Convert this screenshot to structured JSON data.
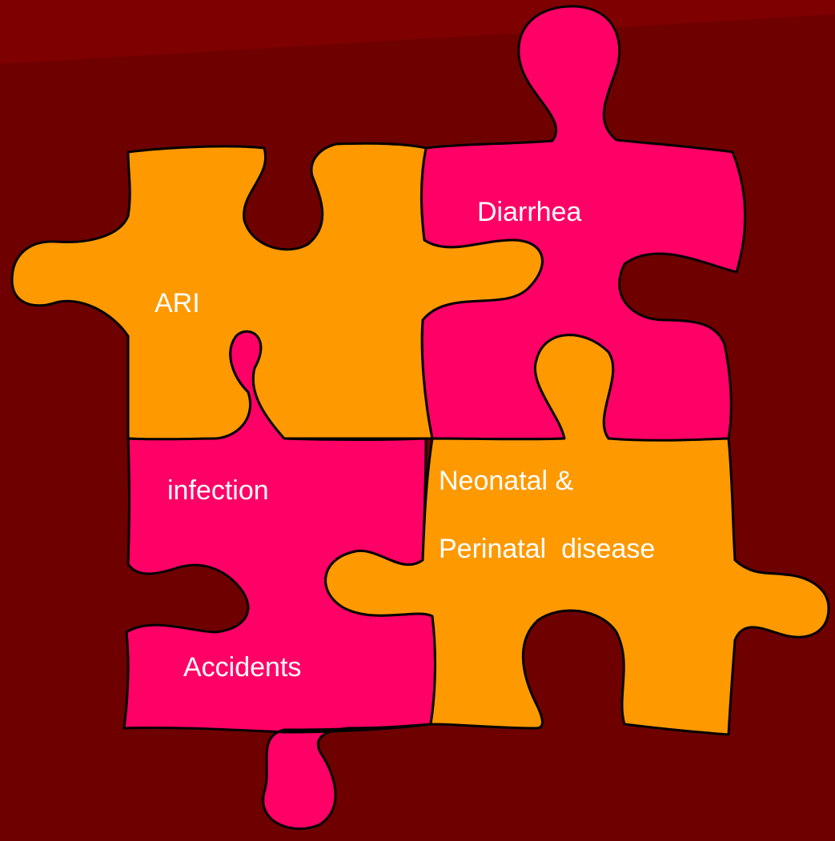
{
  "colors": {
    "background": "#6e0000",
    "orange": "#ff9900",
    "pink": "#ff0066",
    "outline": "#000000",
    "text": "#ffffff"
  },
  "pieces": {
    "ari": {
      "label": "ARI"
    },
    "diarrhea": {
      "label": "Diarrhea"
    },
    "infection": {
      "label": "infection"
    },
    "accidents": {
      "label": "Accidents"
    },
    "neonatal": {
      "line1": "Neonatal &",
      "line2": "Perinatal  disease"
    }
  }
}
